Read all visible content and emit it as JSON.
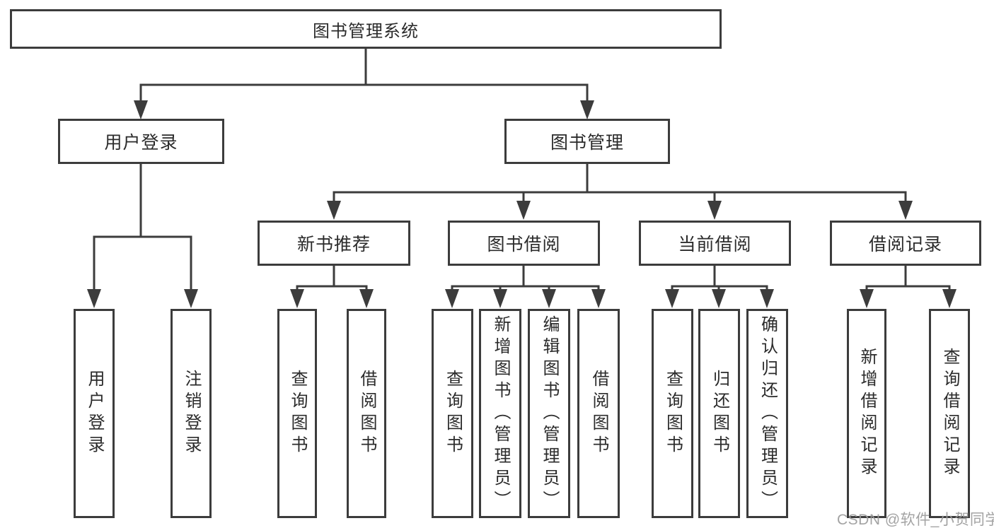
{
  "colors": {
    "line": "#3c3c3c",
    "box_border": "#3c3c3c",
    "box_background": "#ffffff",
    "text": "#2b2b2b",
    "watermark_text": "#9c9c9c",
    "page_background": "#ffffff"
  },
  "watermark": "CSDN @软件_小贺同学",
  "tree": {
    "root": {
      "label": "图书管理系统",
      "children": [
        {
          "label": "用户登录",
          "children": [
            {
              "label": "用户登录"
            },
            {
              "label": "注销登录"
            }
          ]
        },
        {
          "label": "图书管理",
          "children": [
            {
              "label": "新书推荐",
              "children": [
                {
                  "label": "查询图书"
                },
                {
                  "label": "借阅图书"
                }
              ]
            },
            {
              "label": "图书借阅",
              "children": [
                {
                  "label": "查询图书"
                },
                {
                  "label": "新增图书（管理员）"
                },
                {
                  "label": "编辑图书（管理员）"
                },
                {
                  "label": "借阅图书"
                }
              ]
            },
            {
              "label": "当前借阅",
              "children": [
                {
                  "label": "查询图书"
                },
                {
                  "label": "归还图书"
                },
                {
                  "label": "确认归还（管理员）"
                }
              ]
            },
            {
              "label": "借阅记录",
              "children": [
                {
                  "label": "新增借阅记录"
                },
                {
                  "label": "查询借阅记录"
                }
              ]
            }
          ]
        }
      ]
    }
  }
}
